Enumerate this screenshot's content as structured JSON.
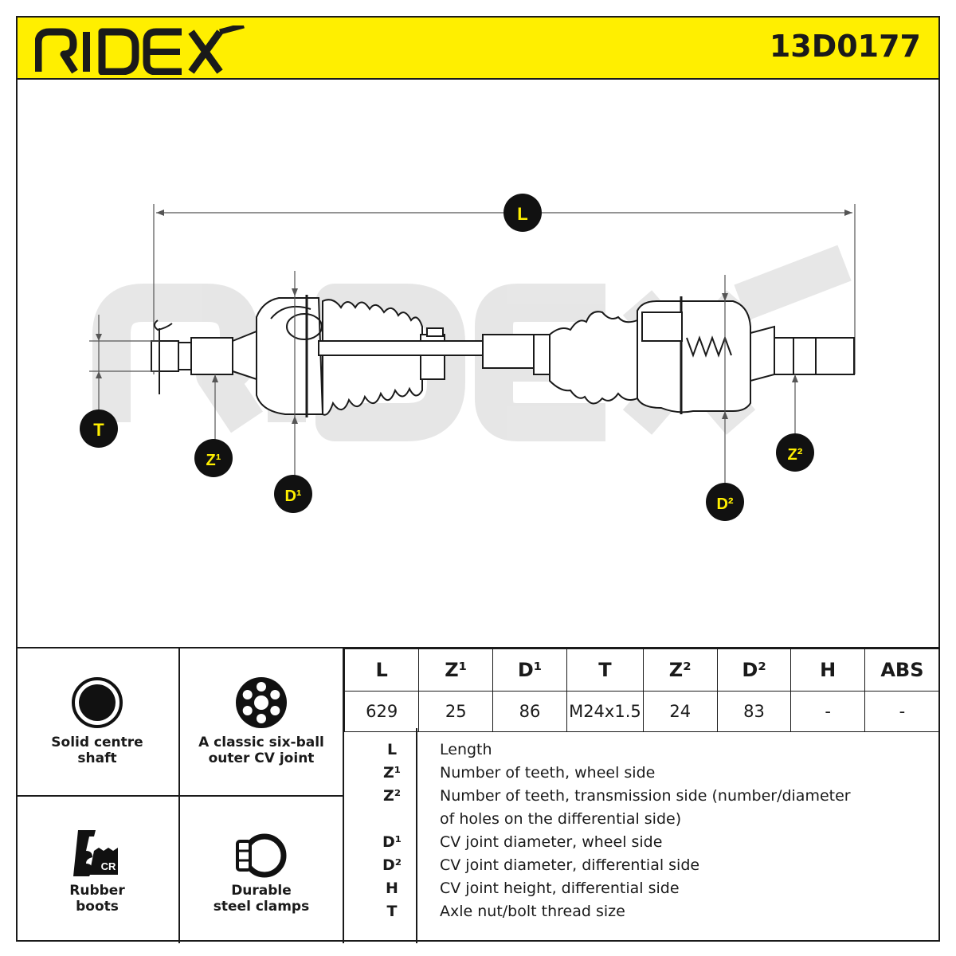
{
  "header": {
    "brand": "RIDEX",
    "part_number": "13D0177",
    "accent_color": "#ffef00"
  },
  "diagram": {
    "watermark": "RIDEX",
    "callouts": {
      "L": "L",
      "T": "T",
      "Z1": "Z¹",
      "D1": "D¹",
      "Z2": "Z²",
      "D2": "D²"
    }
  },
  "features": [
    {
      "label": "Solid centre\nshaft",
      "icon": "solid-shaft-icon"
    },
    {
      "label": "A classic six-ball\nouter CV joint",
      "icon": "six-ball-joint-icon"
    },
    {
      "label": "Rubber\nboots",
      "icon": "cr-boot-icon"
    },
    {
      "label": "Durable\nsteel clamps",
      "icon": "clamp-icon"
    }
  ],
  "specs": {
    "headers": [
      "L",
      "Z¹",
      "D¹",
      "T",
      "Z²",
      "D²",
      "H",
      "ABS"
    ],
    "values": [
      "629",
      "25",
      "86",
      "M24x1.5",
      "24",
      "83",
      "-",
      "-"
    ]
  },
  "legend": [
    {
      "symbol": "L",
      "text": "Length"
    },
    {
      "symbol": "Z¹",
      "text": "Number of teeth, wheel side"
    },
    {
      "symbol": "Z²",
      "text": "Number of teeth, transmission side (number/diameter"
    },
    {
      "symbol": "",
      "text": "of holes on the differential side)"
    },
    {
      "symbol": "D¹",
      "text": "CV joint diameter, wheel side"
    },
    {
      "symbol": "D²",
      "text": "CV joint diameter, differential side"
    },
    {
      "symbol": "H",
      "text": "CV joint height, differential side"
    },
    {
      "symbol": "T",
      "text": "Axle nut/bolt thread size"
    }
  ],
  "icon_labels": {
    "cr": "CR"
  }
}
